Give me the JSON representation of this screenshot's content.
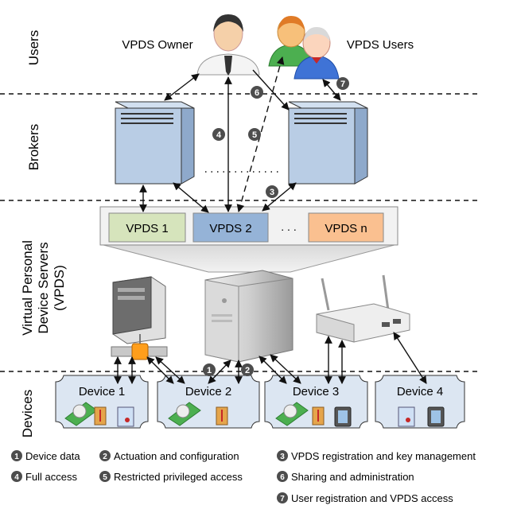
{
  "layers": {
    "users": "Users",
    "brokers": "Brokers",
    "vpds_line1": "Virtual Personal",
    "vpds_line2": "Device Servers",
    "vpds_line3": "(VPDS)",
    "devices": "Devices"
  },
  "actors": {
    "owner": "VPDS Owner",
    "users": "VPDS Users"
  },
  "vpds_boxes": [
    {
      "label": "VPDS 1",
      "color": "#d6e4bc"
    },
    {
      "label": "VPDS 2",
      "color": "#95b3d7"
    },
    {
      "label": "VPDS n",
      "color": "#fac090"
    }
  ],
  "vpds_ellipsis": ". . .",
  "devices": [
    "Device 1",
    "Device 2",
    "Device 3",
    "Device 4"
  ],
  "badges": {
    "b1": "1",
    "b2": "2",
    "b3": "3",
    "b4": "4",
    "b5": "5",
    "b6": "6",
    "b7": "7"
  },
  "legend": [
    {
      "num": "1",
      "text": "Device data"
    },
    {
      "num": "2",
      "text": "Actuation and configuration"
    },
    {
      "num": "3",
      "text": "VPDS registration and  key management"
    },
    {
      "num": "4",
      "text": "Full access"
    },
    {
      "num": "5",
      "text": "Restricted privileged access"
    },
    {
      "num": "6",
      "text": "Sharing and administration"
    },
    {
      "num": "7",
      "text": "User registration and VPDS access"
    }
  ],
  "colors": {
    "server_fill": "#b9cde5",
    "badge_fill": "#4d4d4d",
    "device_fill": "#dce6f2"
  }
}
